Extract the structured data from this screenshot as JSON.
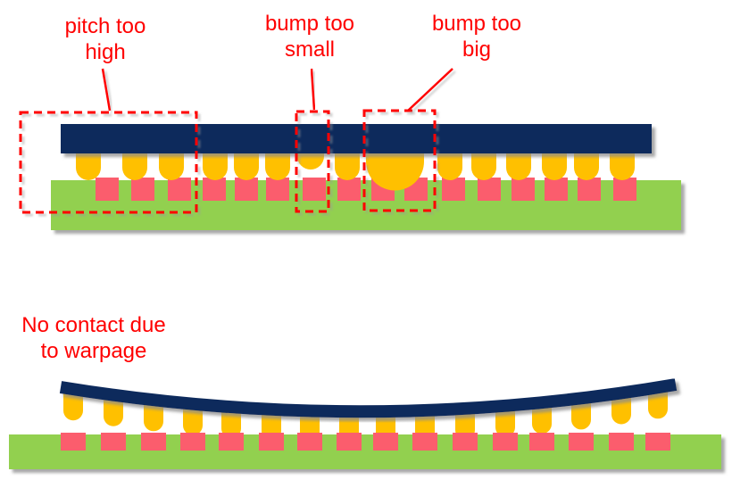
{
  "slide": {
    "annotations": {
      "pitch_too_high": "pitch too\nhigh",
      "bump_too_small": "bump too\nsmall",
      "bump_too_big": "bump too\nbig",
      "no_contact_warpage": "No contact due\nto warpage"
    },
    "colors": {
      "chip_navy": "#0E2A5C",
      "bump_gold": "#FFC000",
      "pad_pink": "#FB5D6D",
      "substrate_green": "#92D050",
      "annotation_red": "#FF0000",
      "background": "#FFFFFF"
    }
  }
}
